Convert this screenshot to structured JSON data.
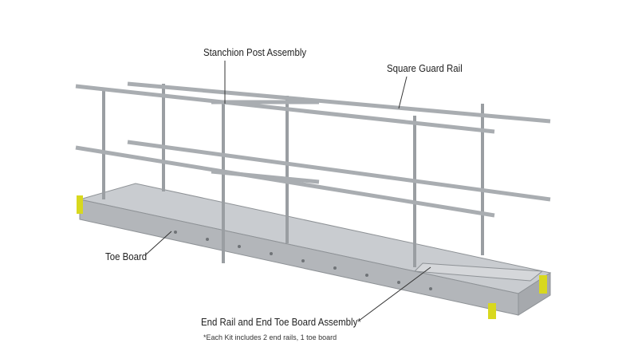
{
  "labels": {
    "stanchion": "Stanchion Post Assembly",
    "guard_rail": "Square Guard Rail",
    "toe_board": "Toe Board",
    "end_rail": "End Rail and End Toe Board Assembly*"
  },
  "footnote": "*Each Kit includes 2 end rails, 1 toe board",
  "colors": {
    "metal": "#b9bcc0",
    "metal_dark": "#8e9296",
    "accent": "#d8d81e"
  }
}
